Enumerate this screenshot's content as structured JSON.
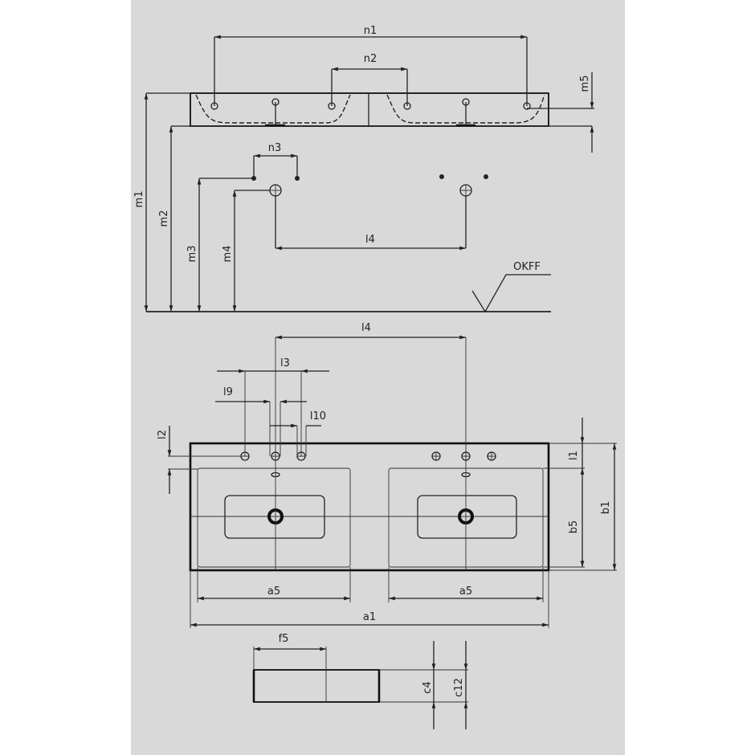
{
  "drawing": {
    "title": "Double washbasin dimension drawing",
    "labels": {
      "n1": "n1",
      "n2": "n2",
      "n3": "n3",
      "m1": "m1",
      "m2": "m2",
      "m3": "m3",
      "m4": "m4",
      "m5": "m5",
      "l4_side": "l4",
      "okff": "OKFF",
      "l4_top": "l4",
      "l3": "l3",
      "l9": "l9",
      "l10": "l10",
      "l2": "l2",
      "l1": "l1",
      "b5": "b5",
      "b1": "b1",
      "a5_left": "a5",
      "a5_right": "a5",
      "a1": "a1",
      "f5": "f5",
      "c4": "c4",
      "c12": "c12"
    },
    "colors": {
      "panel": "#d9d9d9",
      "line": "#222222"
    }
  }
}
